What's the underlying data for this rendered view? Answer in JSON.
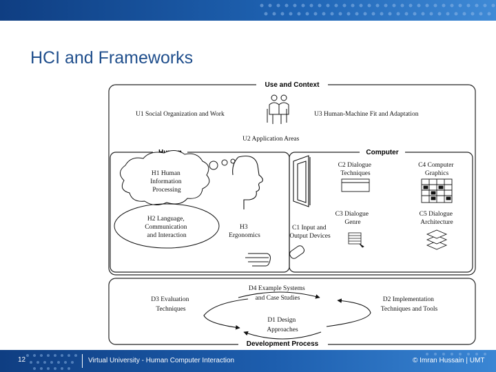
{
  "slide": {
    "title": "HCI and Frameworks"
  },
  "footer": {
    "page_number": "12",
    "course": "Virtual University - Human Computer Interaction",
    "credit": "© Imran Hussain | UMT"
  },
  "diagram": {
    "sections": {
      "use_context": "Use and Context",
      "human": "Human",
      "computer": "Computer",
      "development": "Development Process"
    },
    "use_context": {
      "u1": "U1 Social Organization and Work",
      "u3": "U3 Human-Machine Fit and Adaptation",
      "u2": "U2 Application Areas"
    },
    "human": {
      "h1": [
        "H1 Human",
        "Information",
        "Processing"
      ],
      "h2": [
        "H2 Language,",
        "Communication",
        "and Interaction"
      ],
      "h3": [
        "H3",
        "Ergonomics"
      ]
    },
    "computer": {
      "c1": [
        "C1 Input and",
        "Output Devices"
      ],
      "c2": [
        "C2 Dialogue",
        "Techniques"
      ],
      "c3": [
        "C3 Dialogue",
        "Genre"
      ],
      "c4": [
        "C4 Computer",
        "Graphics"
      ],
      "c5": [
        "C5 Dialogue",
        "Architecture"
      ]
    },
    "development": {
      "d1": [
        "D1 Design",
        "Approaches"
      ],
      "d2": [
        "D2 Implementation",
        "Techniques and Tools"
      ],
      "d3": [
        "D3 Evaluation",
        "Techniques"
      ],
      "d4": [
        "D4 Example Systems",
        "and Case Studies"
      ]
    }
  }
}
